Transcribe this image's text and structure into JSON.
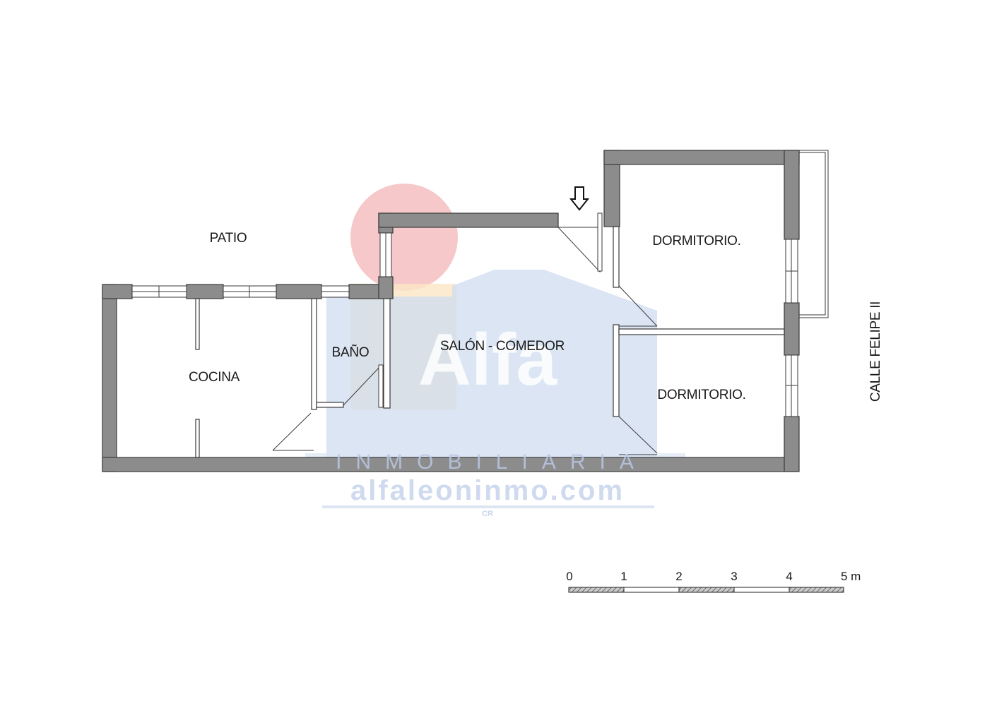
{
  "rooms": {
    "patio": "PATIO",
    "cocina": "COCINA",
    "bano": "BAÑO",
    "salon": "SALÓN - COMEDOR",
    "dormitorio_1": "DORMITORIO.",
    "dormitorio_2": "DORMITORIO."
  },
  "street": "CALLE FELIPE II",
  "scale_bar": {
    "ticks": [
      "0",
      "1",
      "2",
      "3",
      "4",
      "5 m"
    ]
  },
  "watermark": {
    "brand": "Alfa",
    "subtitle": "INMOBILIARIA",
    "url": "alfaleoninmo.com",
    "mark": "CR"
  },
  "icons": {
    "entrance": "entrance-arrow-icon"
  },
  "colors": {
    "wall": "#8c8c8c",
    "wall_outline": "#3a3a3a",
    "watermark_blue": "#cfdcef",
    "watermark_red": "#f3b6b8",
    "watermark_yellow": "#fbe6c4"
  }
}
